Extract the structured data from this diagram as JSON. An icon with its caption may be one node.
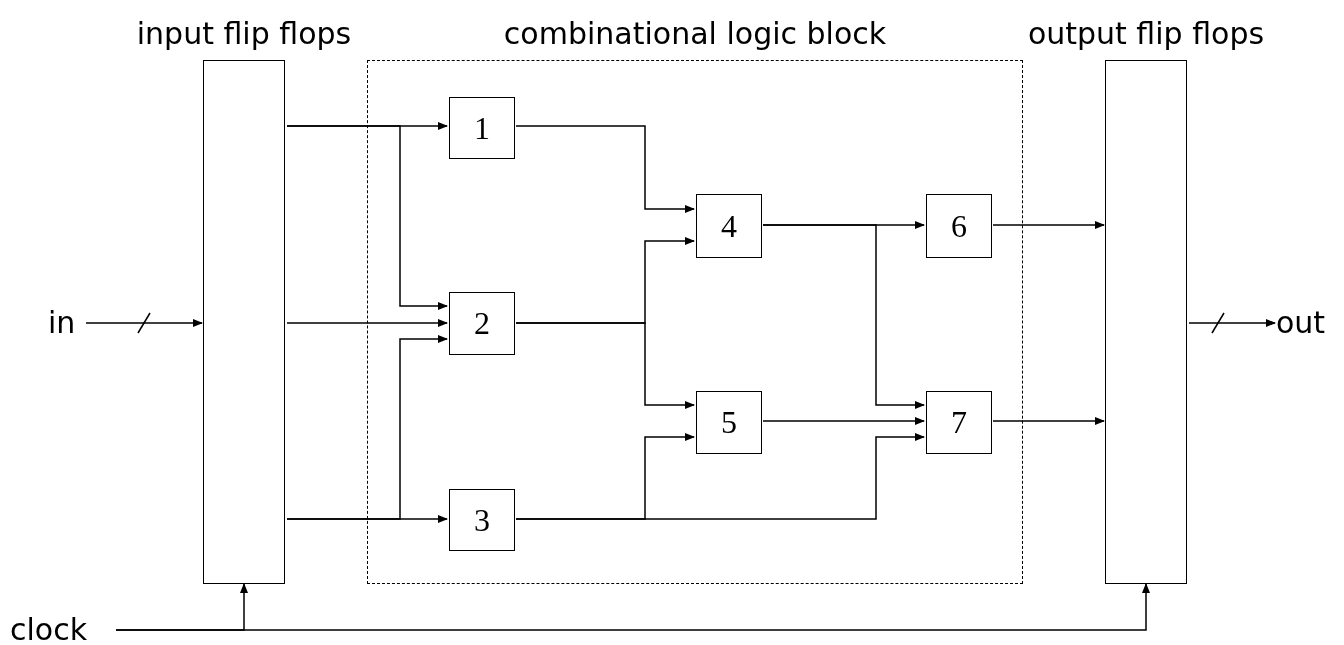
{
  "diagram": {
    "nodes": [
      {
        "text": [
          "input flip flops"
        ]
      },
      {
        "text": [
          "combinational logic block"
        ]
      },
      {
        "text": [
          "output flip flops"
        ]
      },
      {
        "text": [
          "1"
        ],
        "in": 1
      },
      {
        "text": [
          "2"
        ],
        "in": 1
      },
      {
        "text": [
          "3"
        ],
        "in": 1
      },
      {
        "text": [
          "4"
        ],
        "in": 1
      },
      {
        "text": [
          "5"
        ],
        "in": 1
      },
      {
        "text": [
          "6"
        ],
        "in": 1
      },
      {
        "text": [
          "7"
        ],
        "in": 1
      },
      {
        "text": [
          "in"
        ]
      },
      {
        "text": [
          "out"
        ]
      },
      {
        "text": [
          "clock"
        ]
      }
    ],
    "edges": [
      {
        "from": 10,
        "to": 0,
        "arrow": "to"
      },
      {
        "from": 0,
        "to": 3,
        "arrow": "to"
      },
      {
        "from": 0,
        "to": 4,
        "arrow": "to"
      },
      {
        "from": 0,
        "to": 4,
        "arrow": "to"
      },
      {
        "from": 0,
        "to": 4,
        "arrow": "to"
      },
      {
        "from": 0,
        "to": 5,
        "arrow": "to"
      },
      {
        "from": 3,
        "to": 6,
        "arrow": "to"
      },
      {
        "from": 4,
        "to": 6,
        "arrow": "to"
      },
      {
        "from": 4,
        "to": 7,
        "arrow": "to"
      },
      {
        "from": 5,
        "to": 7,
        "arrow": "to"
      },
      {
        "from": 5,
        "to": 9,
        "arrow": "to"
      },
      {
        "from": 6,
        "to": 8,
        "arrow": "to"
      },
      {
        "from": 6,
        "to": 9,
        "arrow": "to"
      },
      {
        "from": 7,
        "to": 9,
        "arrow": "to"
      },
      {
        "from": 8,
        "to": 2,
        "arrow": "to"
      },
      {
        "from": 9,
        "to": 2,
        "arrow": "to"
      },
      {
        "from": 2,
        "to": 11,
        "arrow": "to"
      },
      {
        "from": 12,
        "to": 0,
        "arrow": "to"
      },
      {
        "from": 12,
        "to": 2,
        "arrow": "to"
      }
    ]
  }
}
